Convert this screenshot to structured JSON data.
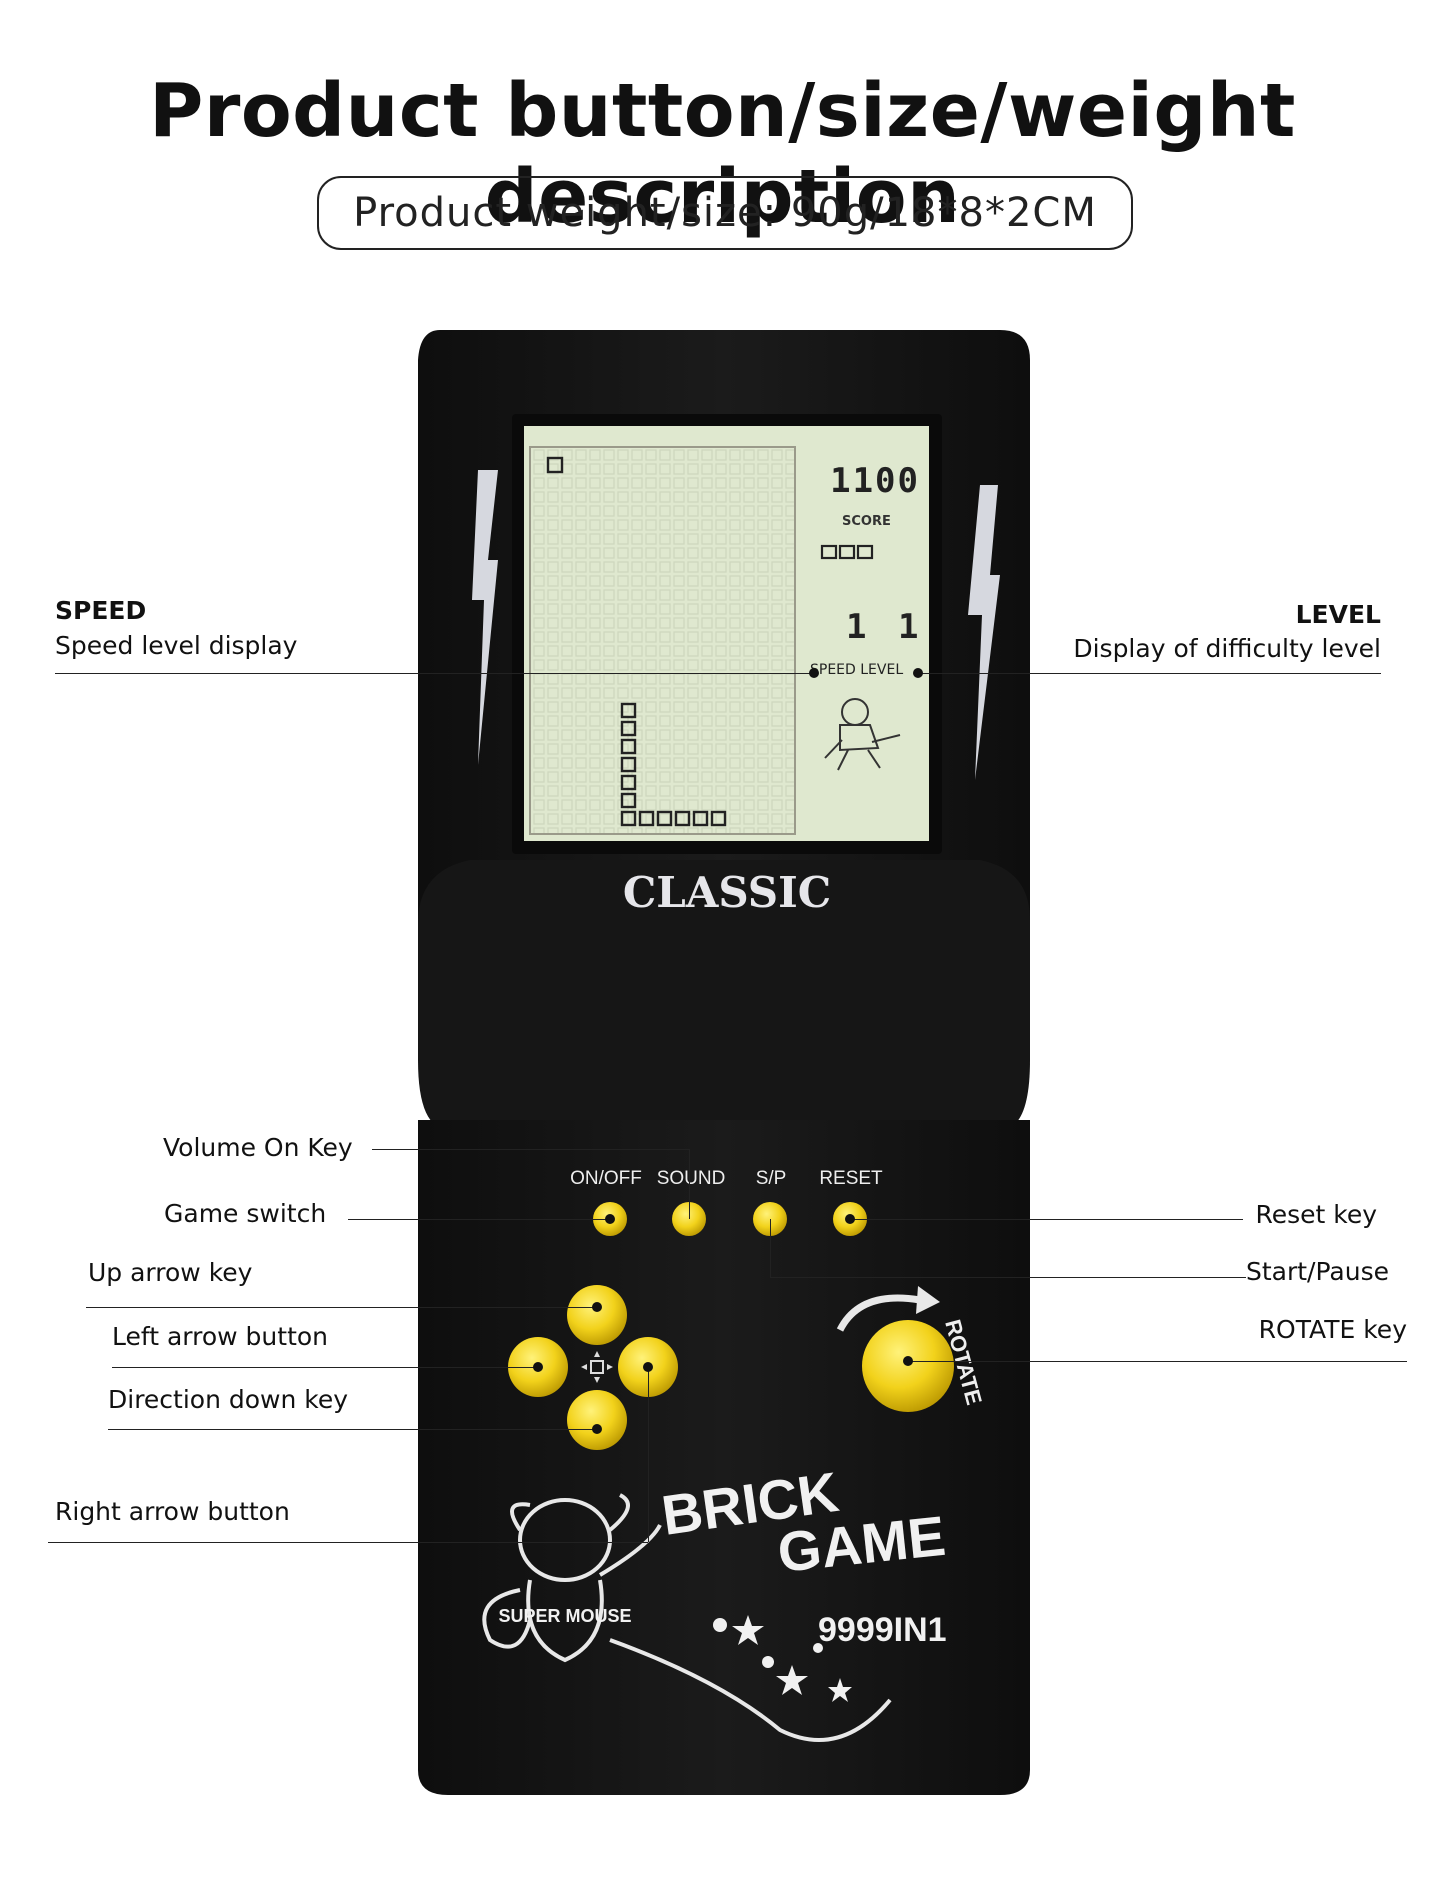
{
  "title": "Product button/size/weight description",
  "spec": "Product weight/size: 90g/18*8*2CM",
  "device": {
    "brand": "CLASSIC",
    "screen": {
      "score_digits": "1100",
      "score_label": "SCORE",
      "speed_level_label": "SPEED LEVEL",
      "speed_value": "1",
      "level_value": "1"
    },
    "buttons": {
      "onoff": "ON/OFF",
      "sound": "SOUND",
      "sp": "S/P",
      "reset": "RESET"
    },
    "rotate_label": "ROTATE",
    "logo_line1": "BRICK",
    "logo_line2": "GAME",
    "model": "9999IN1",
    "mascot_text": "SUPER MOUSE"
  },
  "callouts": {
    "speed_title": "SPEED",
    "speed_desc": "Speed level display",
    "level_title": "LEVEL",
    "level_desc": "Display of difficulty level",
    "volume": "Volume On Key",
    "game_switch": "Game switch",
    "up": "Up arrow key",
    "left": "Left arrow button",
    "down": "Direction down key",
    "right": "Right arrow button",
    "reset": "Reset key",
    "start_pause": "Start/Pause",
    "rotate": "ROTATE key"
  },
  "colors": {
    "body": "#141414",
    "screen": "#dfe8cf",
    "button_yellow": "#f2d21b",
    "accent_text": "#e8e8e8"
  }
}
